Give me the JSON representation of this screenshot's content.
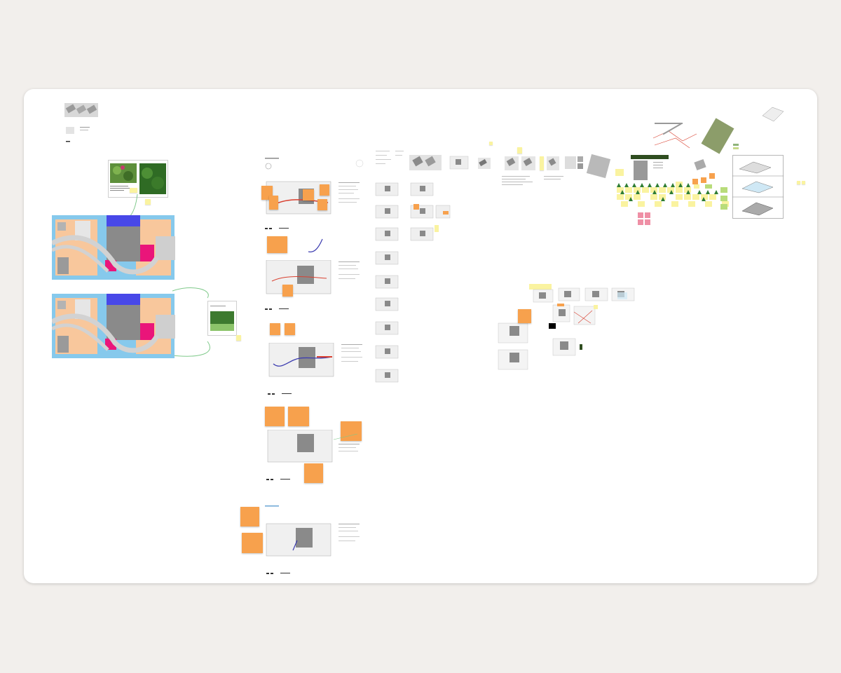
{
  "canvas": {
    "background": "#f2efec",
    "board_background": "#ffffff"
  },
  "colors": {
    "sticky_orange": "#f7a14d",
    "sticky_yellow": "#faf3a0",
    "sticky_pink": "#ef8fa5",
    "sticky_green": "#b8dc7a",
    "zone_blue": "#86c9ec",
    "zone_peach": "#f8c79c",
    "zone_indigo": "#4848e8",
    "zone_magenta": "#ea157a",
    "building_grey": "#8a8a8a",
    "connector_green": "#7fc98a",
    "path_blue": "#3c3cb0",
    "path_red": "#d94030"
  },
  "icons": {
    "tree": "tree-icon",
    "compass": "compass-icon",
    "scale_bar": "scale-bar-icon"
  },
  "board": {
    "title": "",
    "sticky_notes": [
      {
        "id": "s1",
        "text": ""
      },
      {
        "id": "s2",
        "text": ""
      },
      {
        "id": "s3",
        "text": ""
      },
      {
        "id": "s4",
        "text": ""
      },
      {
        "id": "s5",
        "text": ""
      },
      {
        "id": "s6",
        "text": ""
      },
      {
        "id": "s7",
        "text": ""
      },
      {
        "id": "s8",
        "text": ""
      },
      {
        "id": "s9",
        "text": ""
      }
    ]
  }
}
